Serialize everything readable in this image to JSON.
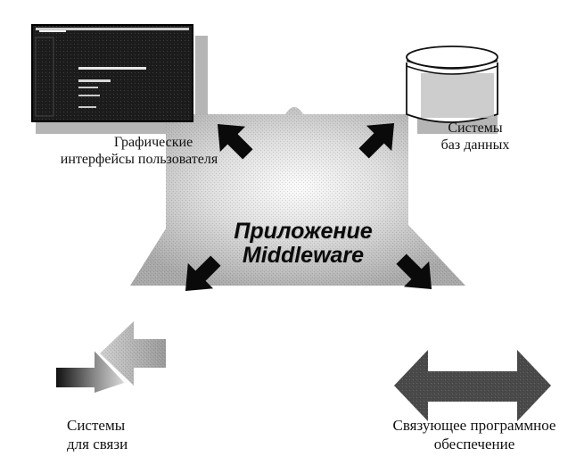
{
  "diagram": {
    "center": {
      "line1": "Приложение",
      "line2": "Middleware"
    },
    "nodes": [
      {
        "id": "gui",
        "icon": "monitor-screen-icon",
        "label_lines": [
          "Графические",
          "интерфейсы пользователя"
        ]
      },
      {
        "id": "database",
        "icon": "database-cylinder-icon",
        "label_lines": [
          "Системы",
          "баз данных"
        ]
      },
      {
        "id": "communications",
        "icon": "opposing-arrows-icon",
        "label_lines": [
          "Системы",
          "для связи"
        ]
      },
      {
        "id": "middleware",
        "icon": "double-headed-arrow-icon",
        "label_lines": [
          "Связующее программное",
          "обеспечение"
        ]
      }
    ],
    "colors": {
      "platform": "#b8b8b8",
      "platform_highlight": "#f4f4f4",
      "arrow": "#0a0a0a",
      "screen": "#1c1c1c",
      "text": "#111111"
    }
  }
}
